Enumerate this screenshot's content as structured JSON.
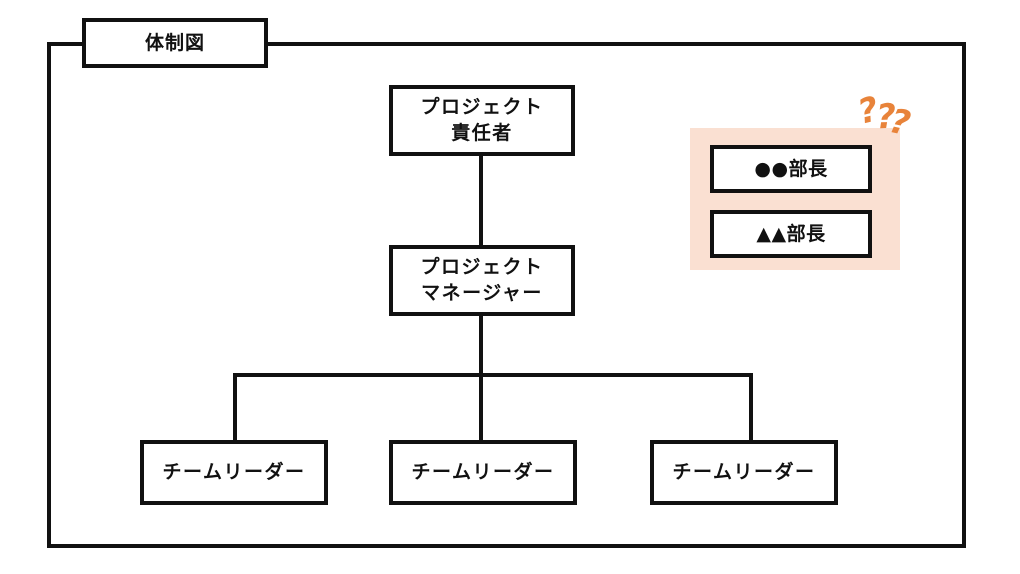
{
  "diagram": {
    "title": "体制図",
    "frame": {
      "name": "outer-frame"
    },
    "nodes": [
      {
        "id": "director",
        "lines": [
          "プロジェクト",
          "責任者"
        ]
      },
      {
        "id": "manager",
        "lines": [
          "プロジェクト",
          "マネージャー"
        ]
      },
      {
        "id": "leader1",
        "lines": [
          "チームリーダー"
        ]
      },
      {
        "id": "leader2",
        "lines": [
          "チームリーダー"
        ]
      },
      {
        "id": "leader3",
        "lines": [
          "チームリーダー"
        ]
      }
    ],
    "highlight_group": {
      "annotation": "???",
      "annotation_chars": [
        "?",
        "?",
        "?"
      ],
      "boxes": [
        {
          "id": "dept1",
          "label": "●●部長"
        },
        {
          "id": "dept2",
          "label": "▲▲部長"
        }
      ]
    },
    "colors": {
      "line": "#111111",
      "box_fill": "#ffffff",
      "highlight_fill": "#FAE0D2",
      "annotation": "#E8833A",
      "background": "#ffffff"
    }
  }
}
